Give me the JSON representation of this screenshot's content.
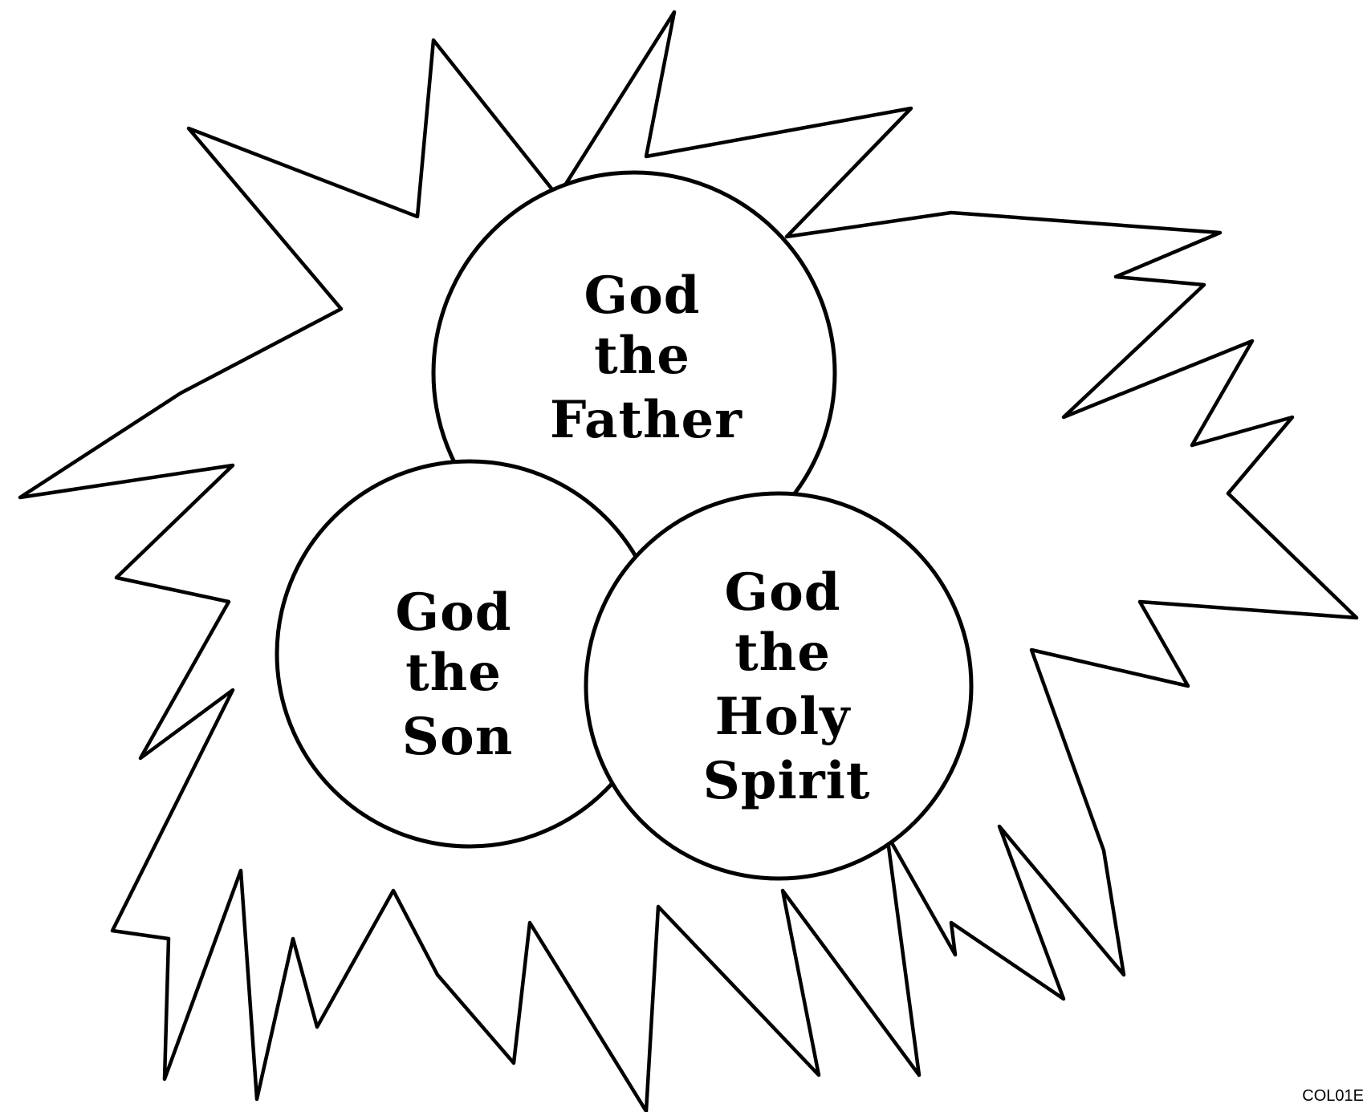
{
  "diagram": {
    "father": {
      "lines": [
        "God",
        "the",
        "Father"
      ]
    },
    "son": {
      "lines": [
        "God",
        "the",
        "Son"
      ]
    },
    "spirit": {
      "lines": [
        "God",
        "the",
        "Holy",
        "Spirit"
      ]
    }
  },
  "code_label": "COL01E",
  "colors": {
    "ink": "#000000",
    "paper": "#ffffff"
  },
  "icons": [
    "flame-rays-outline"
  ]
}
